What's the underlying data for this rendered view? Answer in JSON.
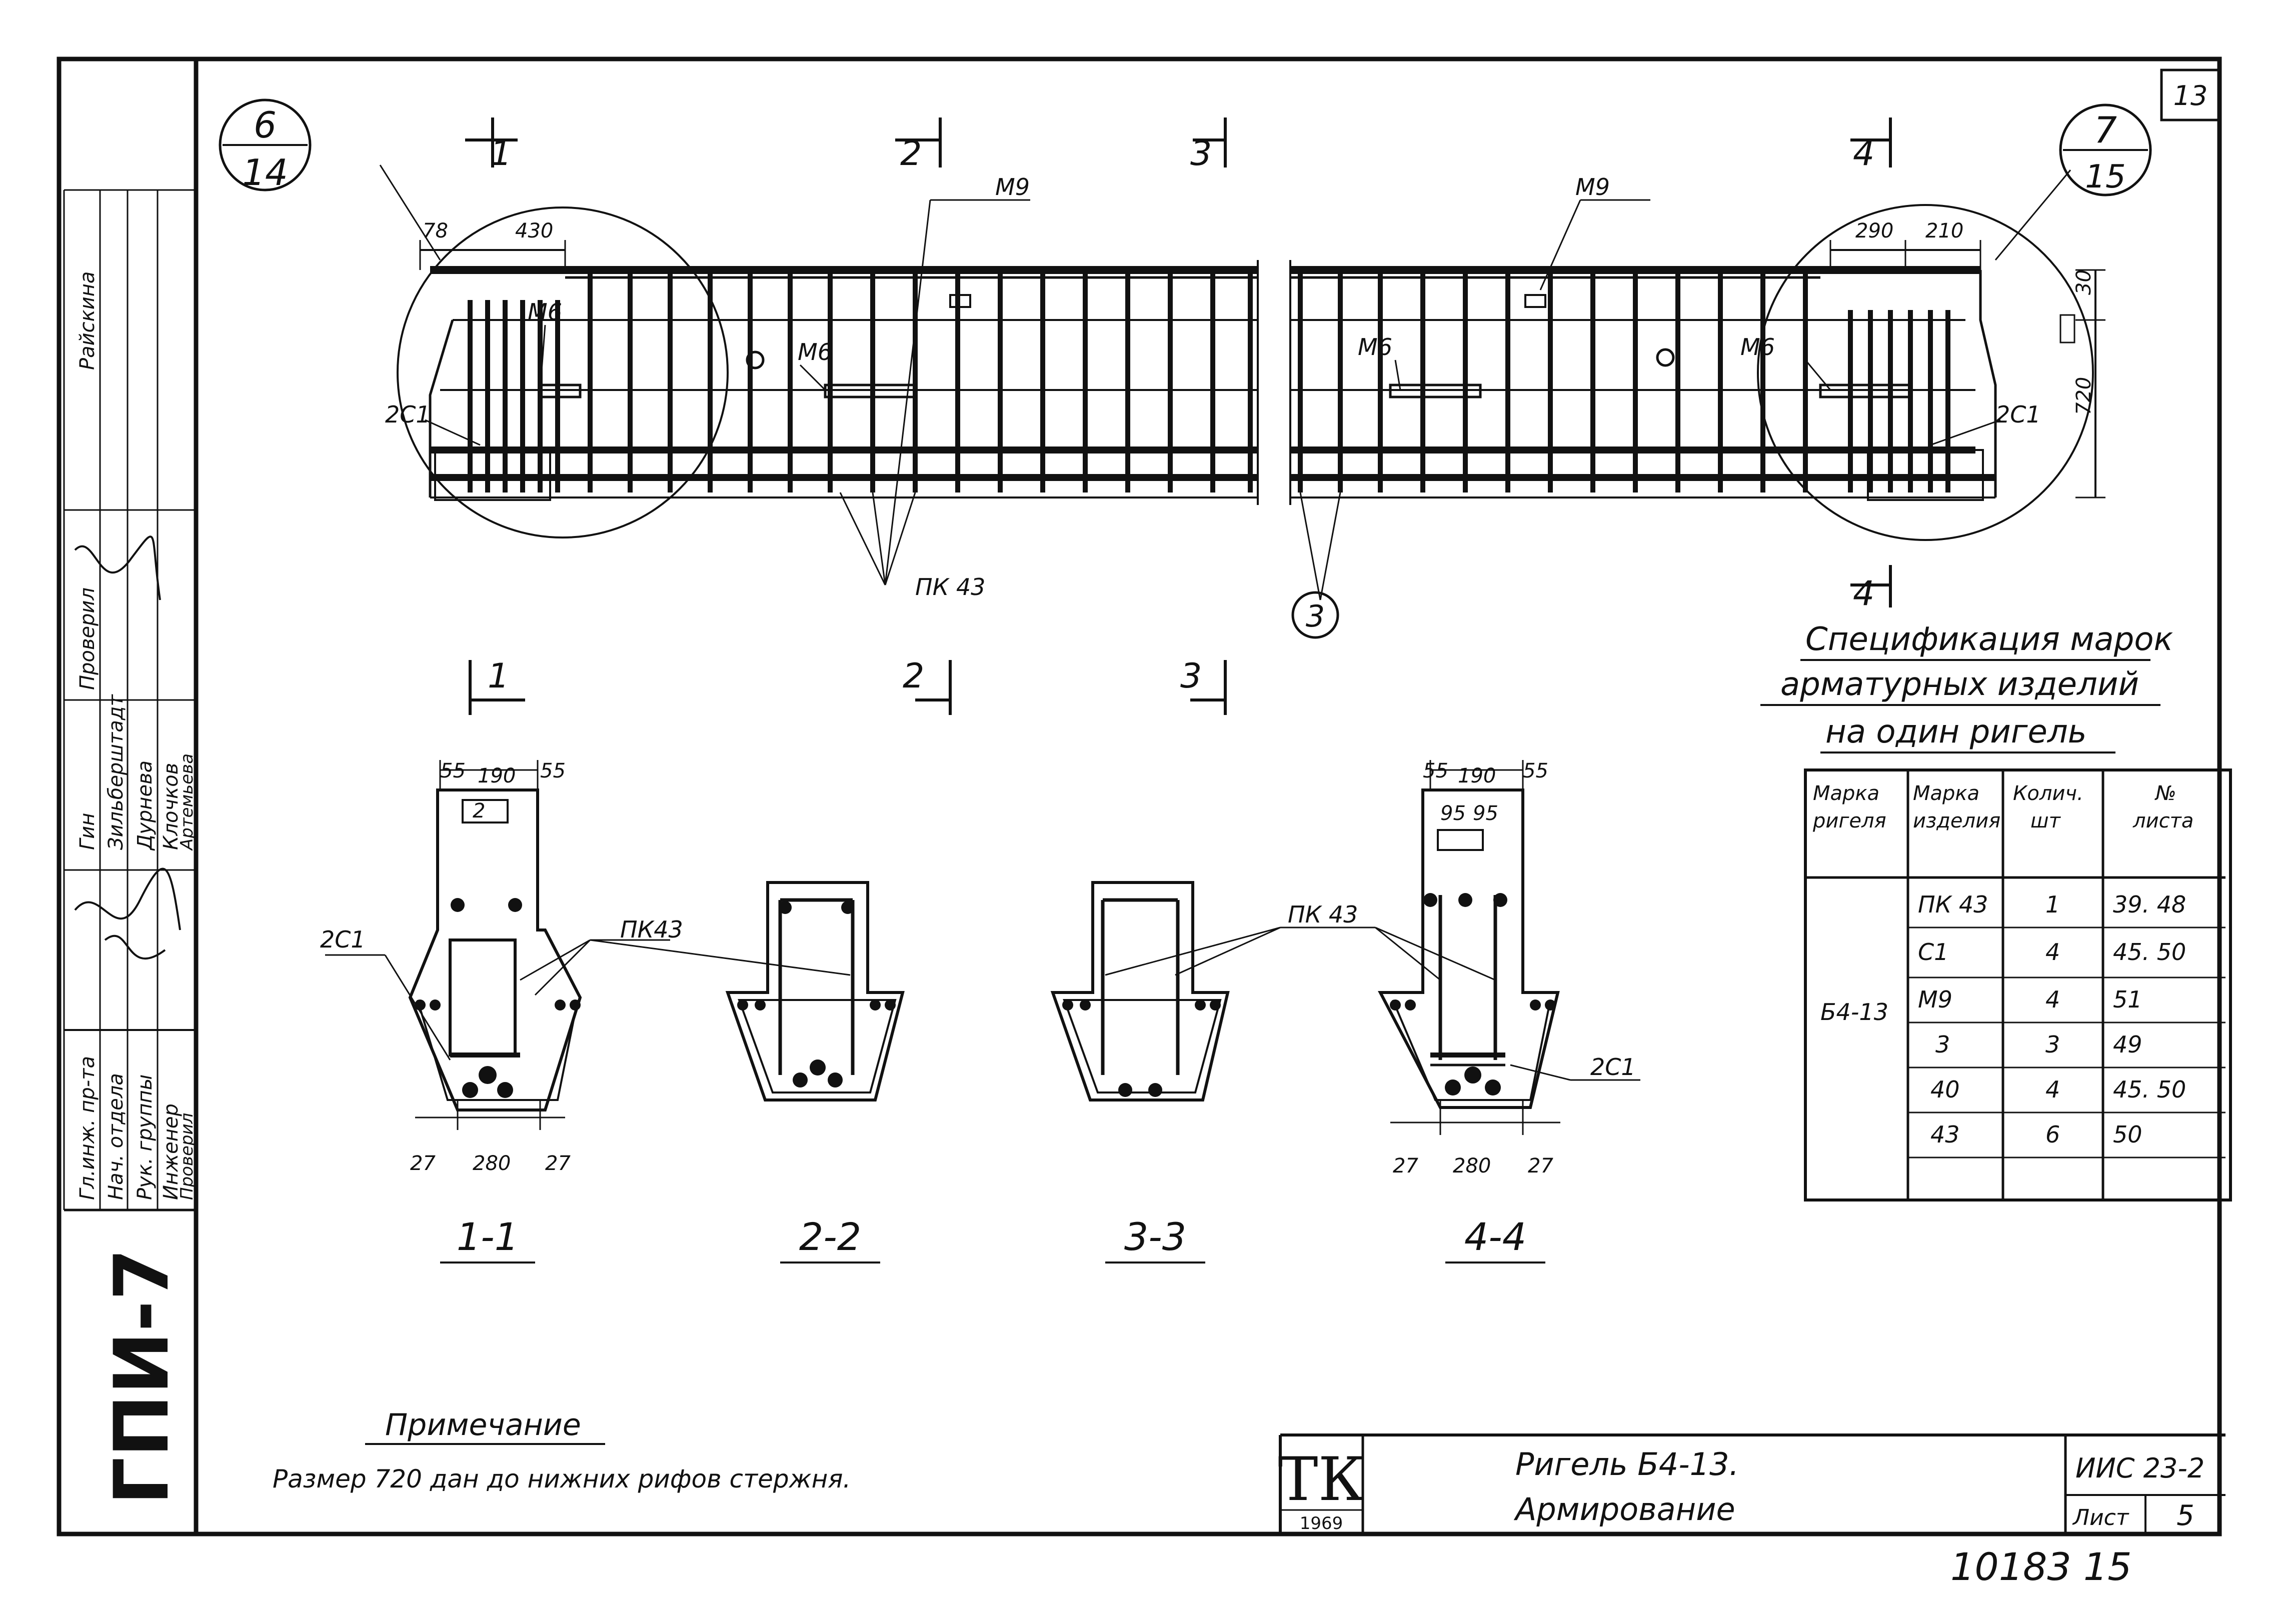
{
  "sheet_number_corner": "13",
  "stamp": {
    "rows": [
      {
        "role": "Гл.инж. пр-та",
        "name": "Гин"
      },
      {
        "role": "Нач. отдела",
        "name": "Зильберштадт"
      },
      {
        "role": "Рук. группы",
        "name": "Дурнева"
      },
      {
        "role": "Инженер",
        "name": "Клочков"
      },
      {
        "role": "Проверил",
        "name": "Артемьева"
      }
    ],
    "checked_label": "Проверил",
    "checker_name": "Райскина",
    "org": "ГПИ-7"
  },
  "callouts": {
    "left": {
      "top": "6",
      "bottom": "14"
    },
    "right": {
      "top": "7",
      "bottom": "15"
    },
    "item3": "3"
  },
  "section_marks": {
    "elevation": [
      "1",
      "2",
      "3",
      "4",
      "4"
    ],
    "plan": [
      "1",
      "2",
      "3"
    ]
  },
  "labels": {
    "m9": "М9",
    "m6": "М6",
    "c1": "2С1",
    "pk43": "ПК 43",
    "pk43_compact": "ПК43"
  },
  "dims": {
    "d78": "78",
    "d430": "430",
    "d290": "290",
    "d210": "210",
    "d30": "30",
    "d720": "720",
    "d55": "55",
    "d190": "190",
    "d95": "95",
    "d280": "280",
    "d27": "27",
    "mark2": "2"
  },
  "sections": [
    "1-1",
    "2-2",
    "3-3",
    "4-4"
  ],
  "spec": {
    "title": [
      "Спецификация марок",
      "арматурных изделий",
      "на один ригель"
    ],
    "headers": [
      [
        "Марка",
        "ригеля"
      ],
      [
        "Марка",
        "изделия"
      ],
      [
        "Колич.",
        "шт"
      ],
      [
        "№",
        "листа"
      ]
    ],
    "beam_mark": "Б4-13",
    "rows": [
      {
        "item": "ПК 43",
        "qty": "1",
        "sheet": "39. 48"
      },
      {
        "item": "С1",
        "qty": "4",
        "sheet": "45. 50"
      },
      {
        "item": "М9",
        "qty": "4",
        "sheet": "51"
      },
      {
        "item": "3",
        "qty": "3",
        "sheet": "49"
      },
      {
        "item": "40",
        "qty": "4",
        "sheet": "45. 50"
      },
      {
        "item": "43",
        "qty": "6",
        "sheet": "50"
      }
    ]
  },
  "note": {
    "title": "Примечание",
    "text": "Размер 720 дан до нижних рифов стержня."
  },
  "title_block": {
    "logo": "ТК",
    "year": "1969",
    "title_line1": "Ригель Б4-13.",
    "title_line2": "Армирование",
    "series": "ИИС 23-2",
    "sheet_label": "Лист",
    "sheet_no": "5"
  },
  "archive_no": "10183 15"
}
